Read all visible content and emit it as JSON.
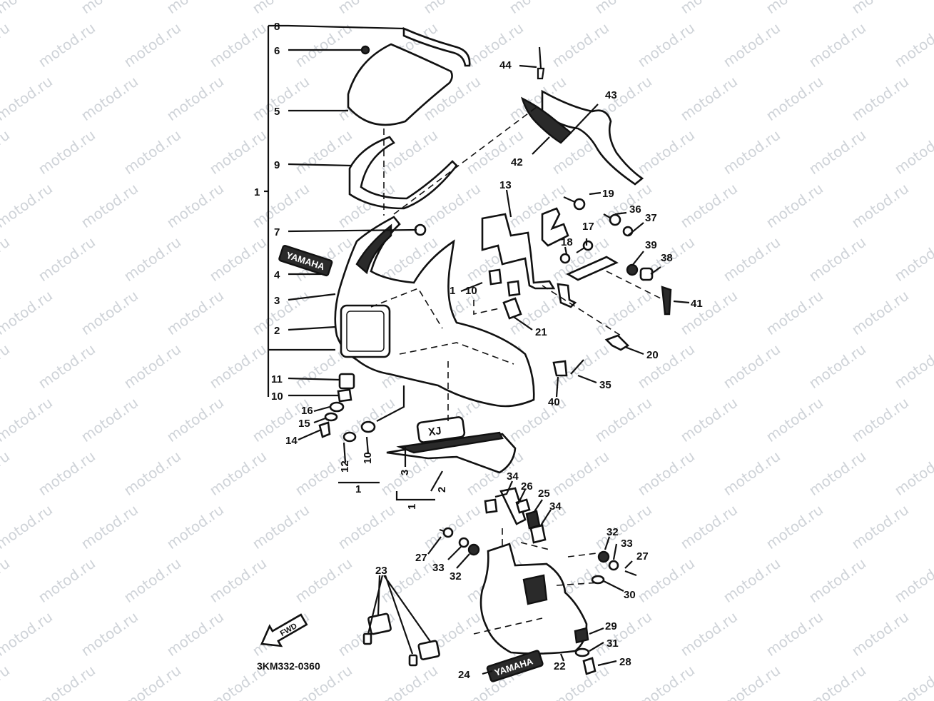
{
  "diagram": {
    "code": "3KM332-0360",
    "watermark": "motod.ru",
    "fwd_label": "FWD",
    "brand_logo": "YAMAHA",
    "model_logo": "XJ",
    "callouts": [
      "1",
      "2",
      "3",
      "4",
      "5",
      "6",
      "7",
      "8",
      "9",
      "10",
      "11",
      "12",
      "13",
      "14",
      "15",
      "16",
      "17",
      "18",
      "19",
      "20",
      "21",
      "22",
      "23",
      "24",
      "25",
      "26",
      "27",
      "28",
      "29",
      "30",
      "31",
      "32",
      "33",
      "34",
      "35",
      "36",
      "37",
      "38",
      "39",
      "40",
      "41",
      "42",
      "43",
      "44"
    ]
  }
}
